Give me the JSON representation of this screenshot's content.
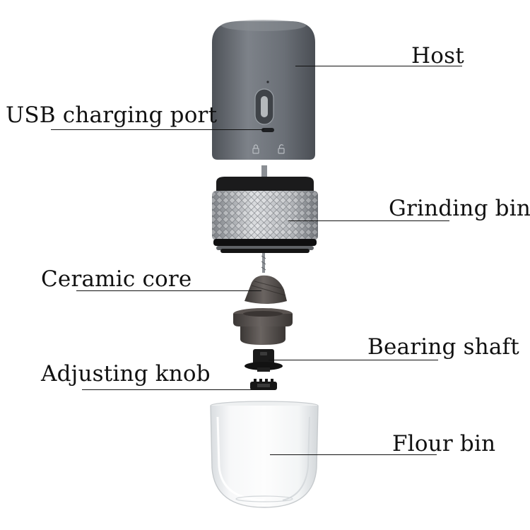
{
  "labels": {
    "host": "Host",
    "usb_port": "USB charging port",
    "grinding_bin": "Grinding bin",
    "ceramic_core": "Ceramic core",
    "bearing_shaft": "Bearing shaft",
    "adjusting_knob": "Adjusting knob",
    "flour_bin": "Flour bin"
  },
  "colors": {
    "host_body": "#6f747b",
    "grinding_ring": "#b9bcc0",
    "ceramic": "#4f4a48",
    "black_parts": "#141414",
    "flour_bin": "#e9ecee",
    "text": "#111111"
  }
}
